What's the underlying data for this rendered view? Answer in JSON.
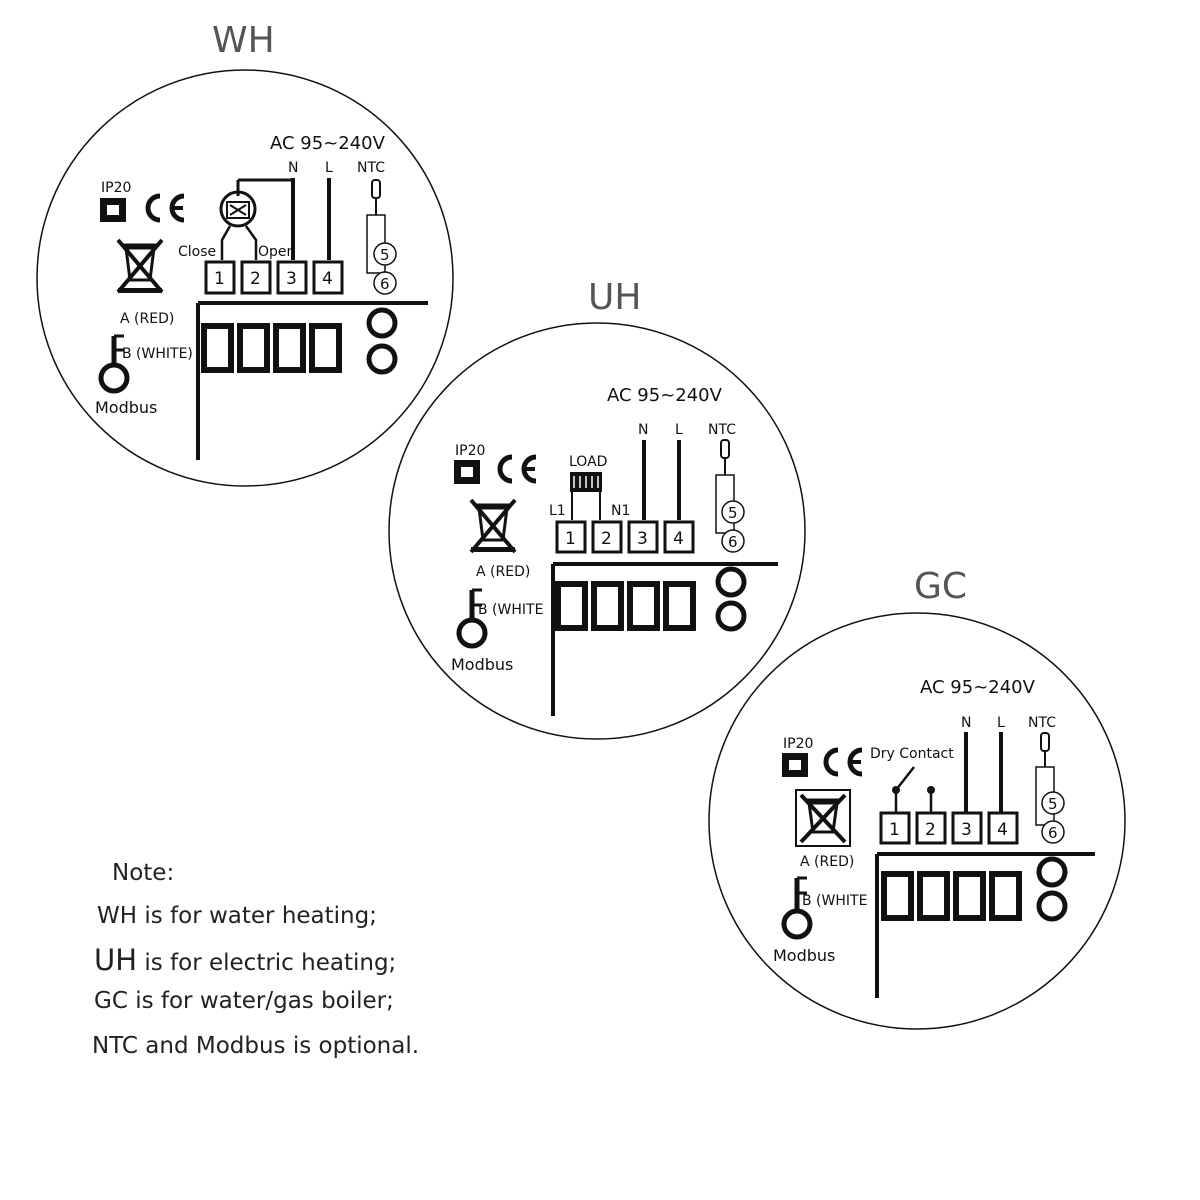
{
  "diagrams": [
    {
      "id": "wh",
      "title": "WH",
      "ac_label": "AC 95~240V",
      "n_label": "N",
      "l_label": "L",
      "ntc_label": "NTC",
      "ip_label": "IP20",
      "ce_label": "CE",
      "extra_label_1": "Close",
      "extra_label_2": "Open",
      "terminals": [
        "1",
        "2",
        "3",
        "4"
      ],
      "ntc_terminals": [
        "5",
        "6"
      ],
      "a_label": "A (RED)",
      "b_label": "B (WHITE)",
      "modbus_label": "Modbus"
    },
    {
      "id": "uh",
      "title": "UH",
      "ac_label": "AC 95~240V",
      "n_label": "N",
      "l_label": "L",
      "ntc_label": "NTC",
      "ip_label": "IP20",
      "ce_label": "CE",
      "load_label": "LOAD",
      "l1_label": "L1",
      "n1_label": "N1",
      "terminals": [
        "1",
        "2",
        "3",
        "4"
      ],
      "ntc_terminals": [
        "5",
        "6"
      ],
      "a_label": "A (RED)",
      "b_label": "B (WHITE",
      "modbus_label": "Modbus"
    },
    {
      "id": "gc",
      "title": "GC",
      "ac_label": "AC 95~240V",
      "n_label": "N",
      "l_label": "L",
      "ntc_label": "NTC",
      "ip_label": "IP20",
      "ce_label": "CE",
      "dry_contact_label": "Dry Contact",
      "terminals": [
        "1",
        "2",
        "3",
        "4"
      ],
      "ntc_terminals": [
        "5",
        "6"
      ],
      "a_label": "A (RED)",
      "b_label": "B (WHITE",
      "modbus_label": "Modbus"
    }
  ],
  "notes": {
    "heading": "Note:",
    "line1_abbr": "WH",
    "line1_text": " is for water heating;",
    "line2_abbr": "UH",
    "line2_text": " is for electric heating;",
    "line3": "GC is for water/gas boiler;",
    "line4": "NTC and Modbus is optional."
  }
}
